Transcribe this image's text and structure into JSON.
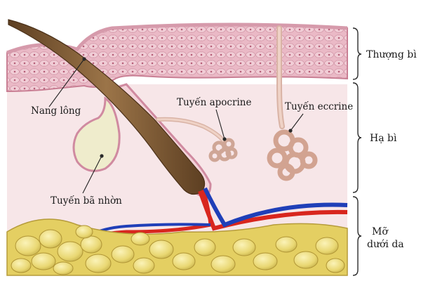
{
  "labels": {
    "hair_follicle": "Nang lông",
    "sebaceous_gland": "Tuyến bã nhờn",
    "apocrine_gland": "Tuyến apocrine",
    "eccrine_gland": "Tuyến eccrine"
  },
  "layers": {
    "epidermis": "Thượng bì",
    "dermis": "Hạ bì",
    "hypodermis_line1": "Mỡ",
    "hypodermis_line2": "dưới da"
  },
  "colors": {
    "epidermis": "#e9b9c4",
    "epidermis_cells": "#cf8a9c",
    "dermis": "#f7e6e8",
    "fat": "#ecdf7c",
    "hair": "#7a5530",
    "artery": "#d8261e",
    "vein": "#1f3fb8",
    "gland": "#e5c4b6"
  }
}
